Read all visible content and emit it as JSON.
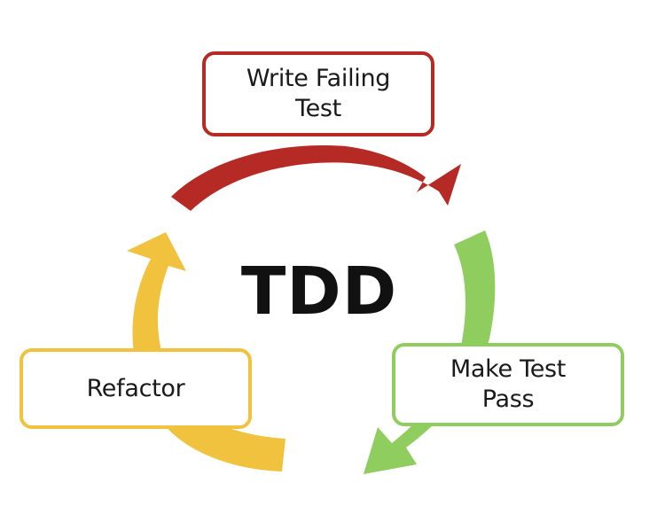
{
  "diagram": {
    "center_label": "TDD",
    "steps": [
      {
        "label": "Write Failing\nTest",
        "color": "#b52a24"
      },
      {
        "label": "Make Test\nPass",
        "color": "#8fce5e"
      },
      {
        "label": "Refactor",
        "color": "#f1c23e"
      }
    ],
    "arrow_colors": {
      "red": "#b52a24",
      "green": "#8fce5e",
      "yellow": "#f1c23e"
    },
    "flow": "clockwise"
  }
}
